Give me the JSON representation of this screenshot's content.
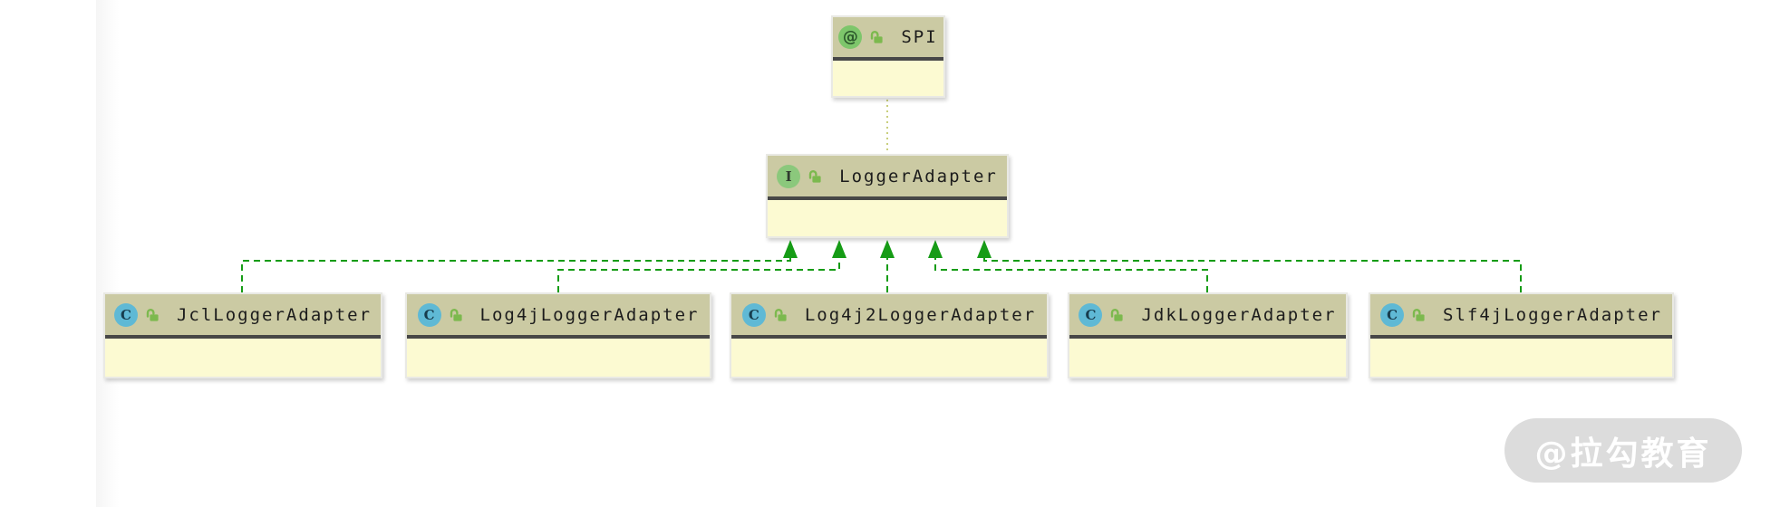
{
  "colors": {
    "header_bg": "#cbcaa3",
    "body_bg": "#fcfad2",
    "divider": "#474747",
    "connector_green": "#169c16",
    "annotation_link": "#c9cf7d",
    "class_icon_bg": "#5fb9d5",
    "class_icon_fg": "#173c4d",
    "interface_icon_bg": "#8bc87c",
    "interface_icon_fg": "#2f3a2f",
    "annotation_icon_bg": "#7dc66b",
    "annotation_icon_fg": "#2b572b",
    "lock_green": "#7cb94e",
    "watermark_bg": "#dcdcdc",
    "watermark_text": "#ffffff"
  },
  "glyphs": {
    "class_glyph": "C",
    "interface_glyph": "I",
    "annotation_glyph": "@"
  },
  "nodes": {
    "spi": {
      "label": "SPI",
      "stereotype": "annotation"
    },
    "logger": {
      "label": "LoggerAdapter",
      "stereotype": "interface"
    },
    "jcl": {
      "label": "JclLoggerAdapter",
      "stereotype": "class"
    },
    "log4j": {
      "label": "Log4jLoggerAdapter",
      "stereotype": "class"
    },
    "log4j2": {
      "label": "Log4j2LoggerAdapter",
      "stereotype": "class"
    },
    "jdk": {
      "label": "JdkLoggerAdapter",
      "stereotype": "class"
    },
    "slf4j": {
      "label": "Slf4jLoggerAdapter",
      "stereotype": "class"
    }
  },
  "edges": [
    {
      "from": "JclLoggerAdapter",
      "to": "LoggerAdapter",
      "type": "realization"
    },
    {
      "from": "Log4jLoggerAdapter",
      "to": "LoggerAdapter",
      "type": "realization"
    },
    {
      "from": "Log4j2LoggerAdapter",
      "to": "LoggerAdapter",
      "type": "realization"
    },
    {
      "from": "JdkLoggerAdapter",
      "to": "LoggerAdapter",
      "type": "realization"
    },
    {
      "from": "Slf4jLoggerAdapter",
      "to": "LoggerAdapter",
      "type": "realization"
    },
    {
      "from": "LoggerAdapter",
      "to": "SPI",
      "type": "annotated-with"
    }
  ],
  "watermark": {
    "text": "@拉勾教育"
  }
}
